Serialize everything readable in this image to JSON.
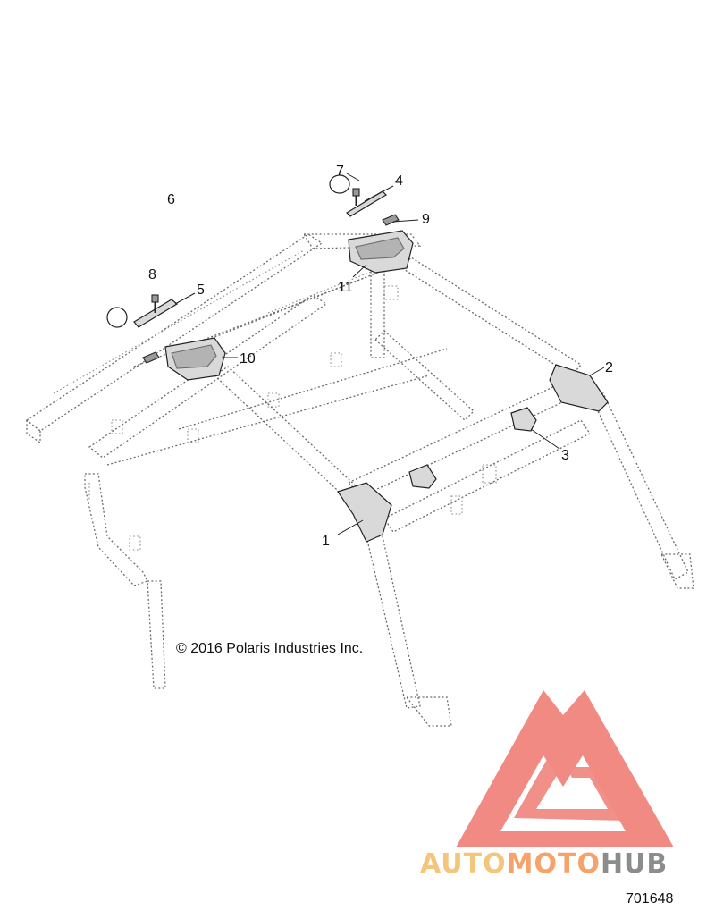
{
  "diagram": {
    "callouts": {
      "c1": "1",
      "c2": "2",
      "c3": "3",
      "c4": "4",
      "c5": "5",
      "c6": "6",
      "c7": "7",
      "c8": "8",
      "c9": "9",
      "c10": "10",
      "c11": "11"
    },
    "copyright": "© 2016 Polaris Industries Inc.",
    "figure_number": "701648"
  },
  "watermark": {
    "brand_auto": "AUTO",
    "brand_moto": "MOTO",
    "brand_hub": "HUB",
    "colors": {
      "logo": "#f08a82",
      "auto": "#f5c57a",
      "moto": "#f5a36b",
      "hub": "#8c8c8c"
    }
  }
}
